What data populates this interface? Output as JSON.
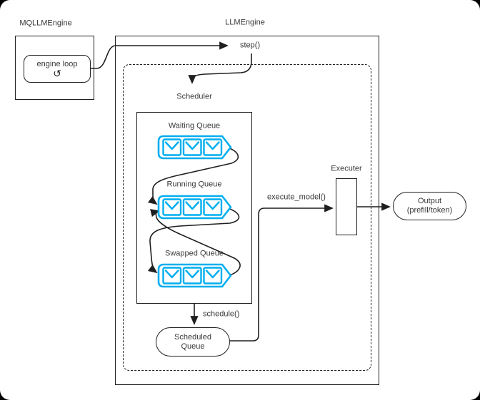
{
  "colors": {
    "accent_cyan": "#00AEEF",
    "line": "#1f1f1f",
    "text": "#383838",
    "page_bg": "#ffffff",
    "outer_bg": "#000000"
  },
  "mq_llm_engine": {
    "title": "MQLLMEngine",
    "engine_loop": {
      "label": "engine loop",
      "loop_icon": "↺"
    }
  },
  "llm_engine": {
    "title": "LLMEngine",
    "step_label": "step()",
    "scheduler": {
      "title": "Scheduler",
      "queues": [
        {
          "label": "Waiting Queue"
        },
        {
          "label": "Running Queue"
        },
        {
          "label": "Swapped Queue"
        }
      ],
      "schedule_label": "schedule()",
      "scheduled_queue": {
        "line1": "Scheduled",
        "line2": "Queue"
      }
    },
    "executer_title": "Executer",
    "execute_model_label": "execute_model()"
  },
  "output": {
    "line1": "Output",
    "line2": "(prefill/token)"
  }
}
